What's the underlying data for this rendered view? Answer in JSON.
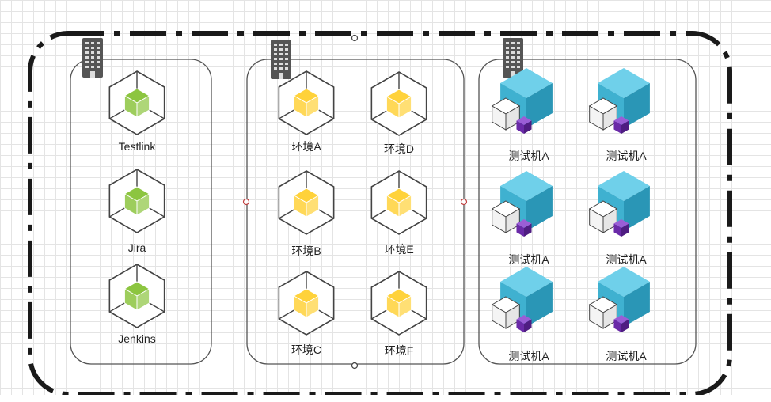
{
  "tools": {
    "items": [
      {
        "label": "Testlink"
      },
      {
        "label": "Jira"
      },
      {
        "label": "Jenkins"
      }
    ]
  },
  "environments": {
    "items": [
      {
        "label": "环境A"
      },
      {
        "label": "环境D"
      },
      {
        "label": "环境B"
      },
      {
        "label": "环境E"
      },
      {
        "label": "环境C"
      },
      {
        "label": "环境F"
      }
    ]
  },
  "test_machines": {
    "items": [
      {
        "label": "测试机A"
      },
      {
        "label": "测试机A"
      },
      {
        "label": "测试机A"
      },
      {
        "label": "测试机A"
      },
      {
        "label": "测试机A"
      },
      {
        "label": "测试机A"
      }
    ]
  },
  "colors": {
    "tool_cube": "#8cc540",
    "env_cube": "#ffd23a",
    "machine_cube": "#3fb1d0",
    "mini_cube": "#6a2aa8",
    "frame": "#333333"
  }
}
